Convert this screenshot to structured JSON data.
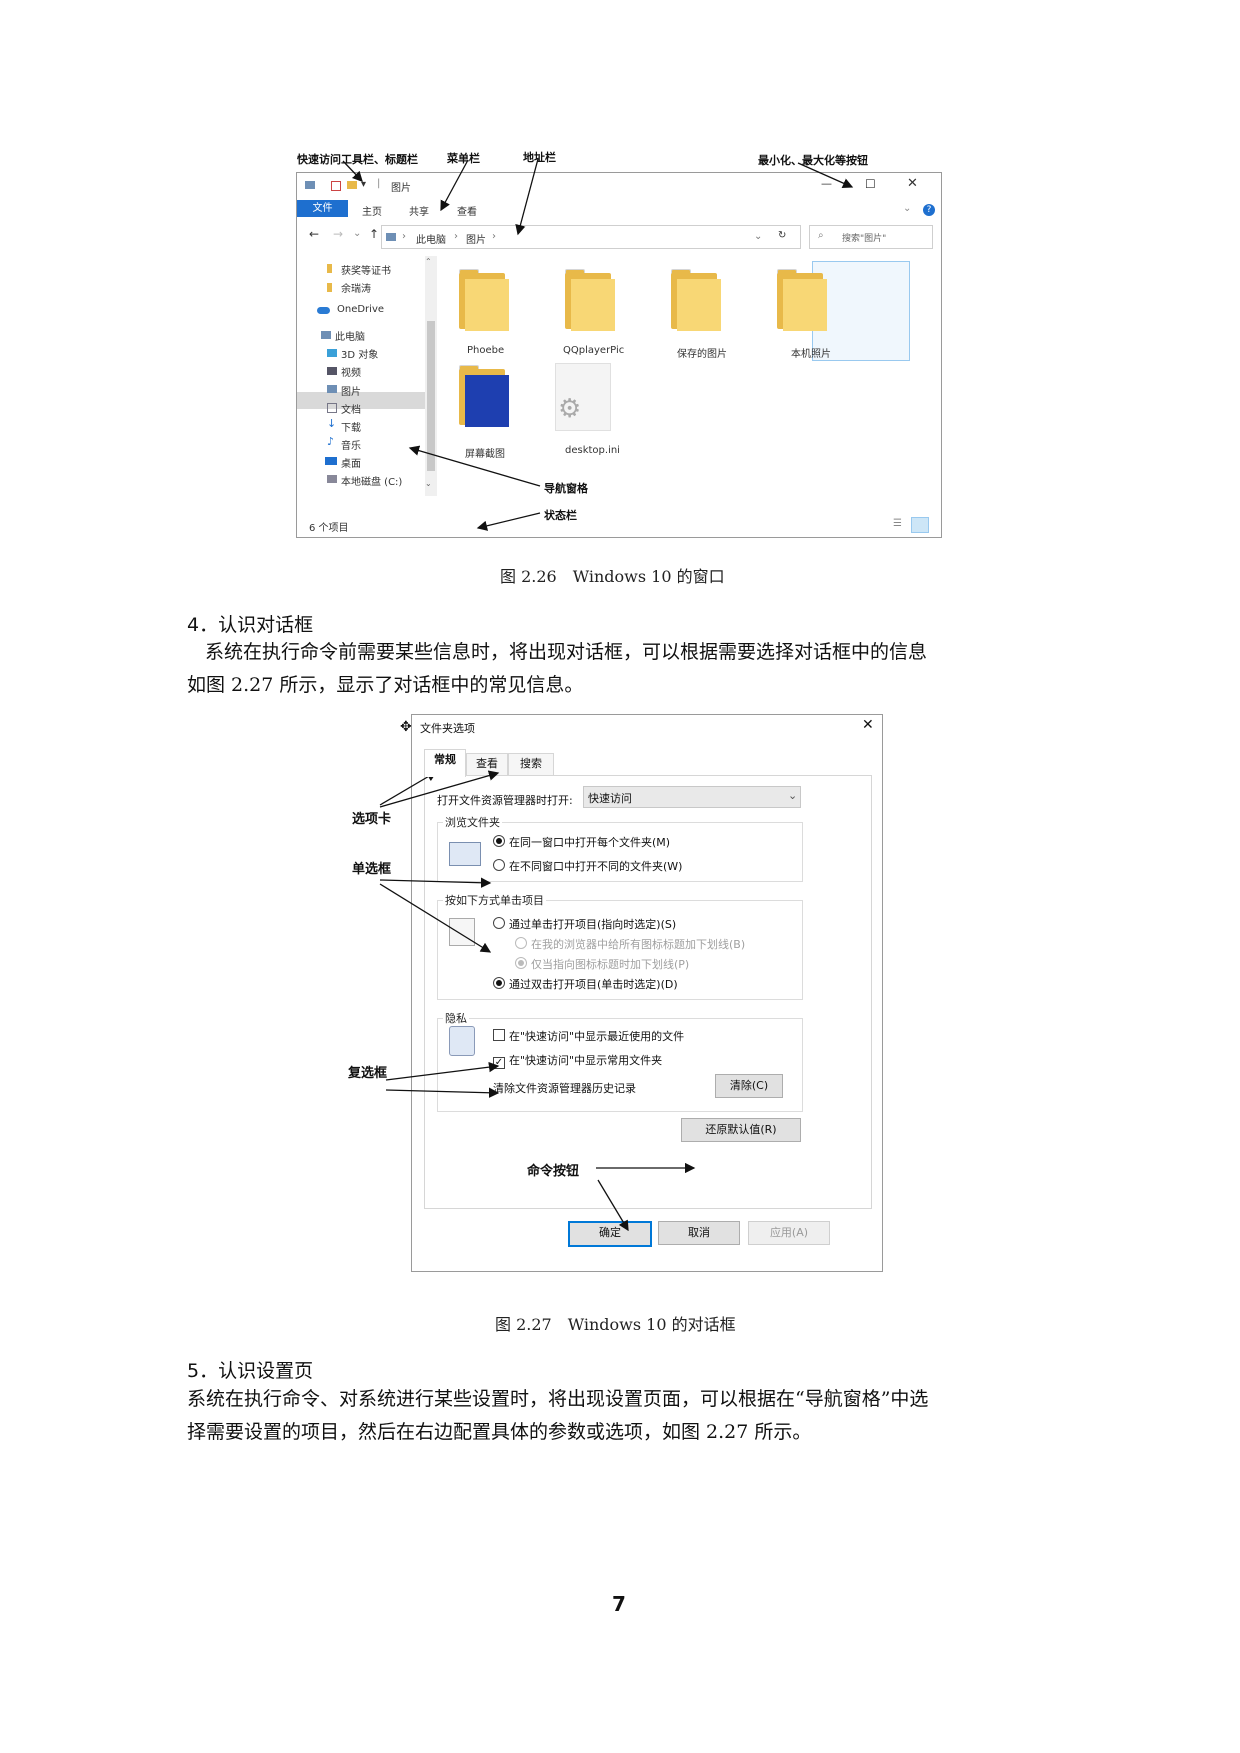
{
  "figure1": {
    "annotations": {
      "quick_access_title": "快速访问工具栏、标题栏",
      "menubar": "菜单栏",
      "addressbar": "地址栏",
      "minmax": "最小化、最大化等按钮",
      "navpane": "导航窗格",
      "statusbar": "状态栏"
    },
    "window": {
      "title": "图片",
      "tabs": [
        "文件",
        "主页",
        "共享",
        "查看"
      ],
      "address": [
        "此电脑",
        "图片"
      ],
      "search_placeholder": "搜索\"图片\"",
      "nav_items": [
        "获奖等证书",
        "余瑞涛",
        "OneDrive",
        "此电脑",
        "3D 对象",
        "视频",
        "图片",
        "文档",
        "下载",
        "音乐",
        "桌面",
        "本地磁盘 (C:)"
      ],
      "files": [
        "Phoebe",
        "QQplayerPic",
        "保存的图片",
        "本机照片",
        "屏幕截图",
        "desktop.ini"
      ],
      "status": "6 个项目",
      "min_symbol": "—",
      "max_symbol": "☐",
      "close_symbol": "✕"
    },
    "caption": "图 2.26　Windows 10  的窗口"
  },
  "section4": {
    "heading": "4．认识对话框",
    "para_line1": "系统在执行命令前需要某些信息时，将出现对话框，可以根据需要选择对话框中的信息",
    "para_line2": "如图 2.27 所示，显示了对话框中的常见信息。"
  },
  "figure2": {
    "annotations": {
      "tabs": "选项卡",
      "radio": "单选框",
      "checkbox": "复选框",
      "buttons": "命令按钮"
    },
    "dialog": {
      "title": "文件夹选项",
      "close_symbol": "✕",
      "tabs": [
        "常规",
        "查看",
        "搜索"
      ],
      "open_label": "打开文件资源管理器时打开:",
      "open_value": "快速访问",
      "browse_group": "浏览文件夹",
      "browse_opt1": "在同一窗口中打开每个文件夹(M)",
      "browse_opt2": "在不同窗口中打开不同的文件夹(W)",
      "click_group": "按如下方式单击项目",
      "click_opt1": "通过单击打开项目(指向时选定)(S)",
      "click_sub1": "在我的浏览器中给所有图标标题加下划线(B)",
      "click_sub2": "仅当指向图标标题时加下划线(P)",
      "click_opt2": "通过双击打开项目(单击时选定)(D)",
      "privacy_group": "隐私",
      "privacy_chk1": "在\"快速访问\"中显示最近使用的文件",
      "privacy_chk2": "在\"快速访问\"中显示常用文件夹",
      "clear_label": "清除文件资源管理器历史记录",
      "clear_button": "清除(C)",
      "restore_button": "还原默认值(R)",
      "ok_button": "确定",
      "cancel_button": "取消",
      "apply_button": "应用(A)"
    },
    "caption": "图 2.27　Windows 10 的对话框"
  },
  "section5": {
    "heading": "5．认识设置页",
    "para_line1": "系统在执行命令、对系统进行某些设置时，将出现设置页面，可以根据在“导航窗格”中选",
    "para_line2": "择需要设置的项目，然后在右边配置具体的参数或选项，如图 2.27 所示。"
  },
  "page_number": "7"
}
